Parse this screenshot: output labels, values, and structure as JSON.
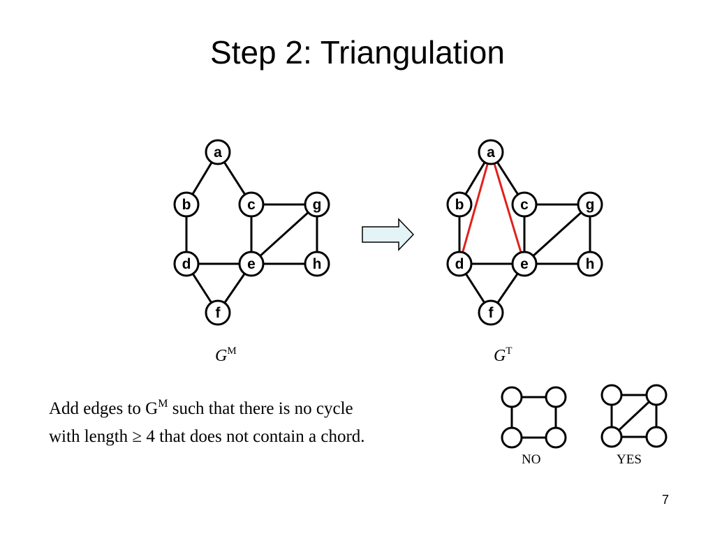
{
  "slide": {
    "title": "Step 2: Triangulation",
    "page_number": "7"
  },
  "graph_left": {
    "caption_base": "G",
    "caption_sup": "M",
    "nodes": [
      "a",
      "b",
      "c",
      "g",
      "d",
      "e",
      "h",
      "f"
    ],
    "edges": [
      [
        "a",
        "b"
      ],
      [
        "a",
        "c"
      ],
      [
        "b",
        "d"
      ],
      [
        "c",
        "e"
      ],
      [
        "c",
        "g"
      ],
      [
        "g",
        "e"
      ],
      [
        "g",
        "h"
      ],
      [
        "d",
        "e"
      ],
      [
        "e",
        "h"
      ],
      [
        "d",
        "f"
      ],
      [
        "e",
        "f"
      ]
    ]
  },
  "graph_right": {
    "caption_base": "G",
    "caption_sup": "T",
    "nodes": [
      "a",
      "b",
      "c",
      "g",
      "d",
      "e",
      "h",
      "f"
    ],
    "edges": [
      [
        "a",
        "b"
      ],
      [
        "a",
        "c"
      ],
      [
        "b",
        "d"
      ],
      [
        "c",
        "e"
      ],
      [
        "c",
        "g"
      ],
      [
        "g",
        "e"
      ],
      [
        "g",
        "h"
      ],
      [
        "d",
        "e"
      ],
      [
        "e",
        "h"
      ],
      [
        "d",
        "f"
      ],
      [
        "e",
        "f"
      ]
    ],
    "added_edges": [
      [
        "a",
        "d"
      ],
      [
        "a",
        "e"
      ]
    ],
    "added_edge_color": "#e0201b"
  },
  "explanation": {
    "line1_before": "Add edges to G",
    "line1_sup": "M",
    "line1_after": " such that there is no cycle",
    "line2": "with length ≥ 4 that does not contain a chord."
  },
  "examples": {
    "no_label": "NO",
    "yes_label": "YES"
  },
  "arrow_icon": "right-arrow-icon",
  "arrow_fill": "#e4f3f6"
}
